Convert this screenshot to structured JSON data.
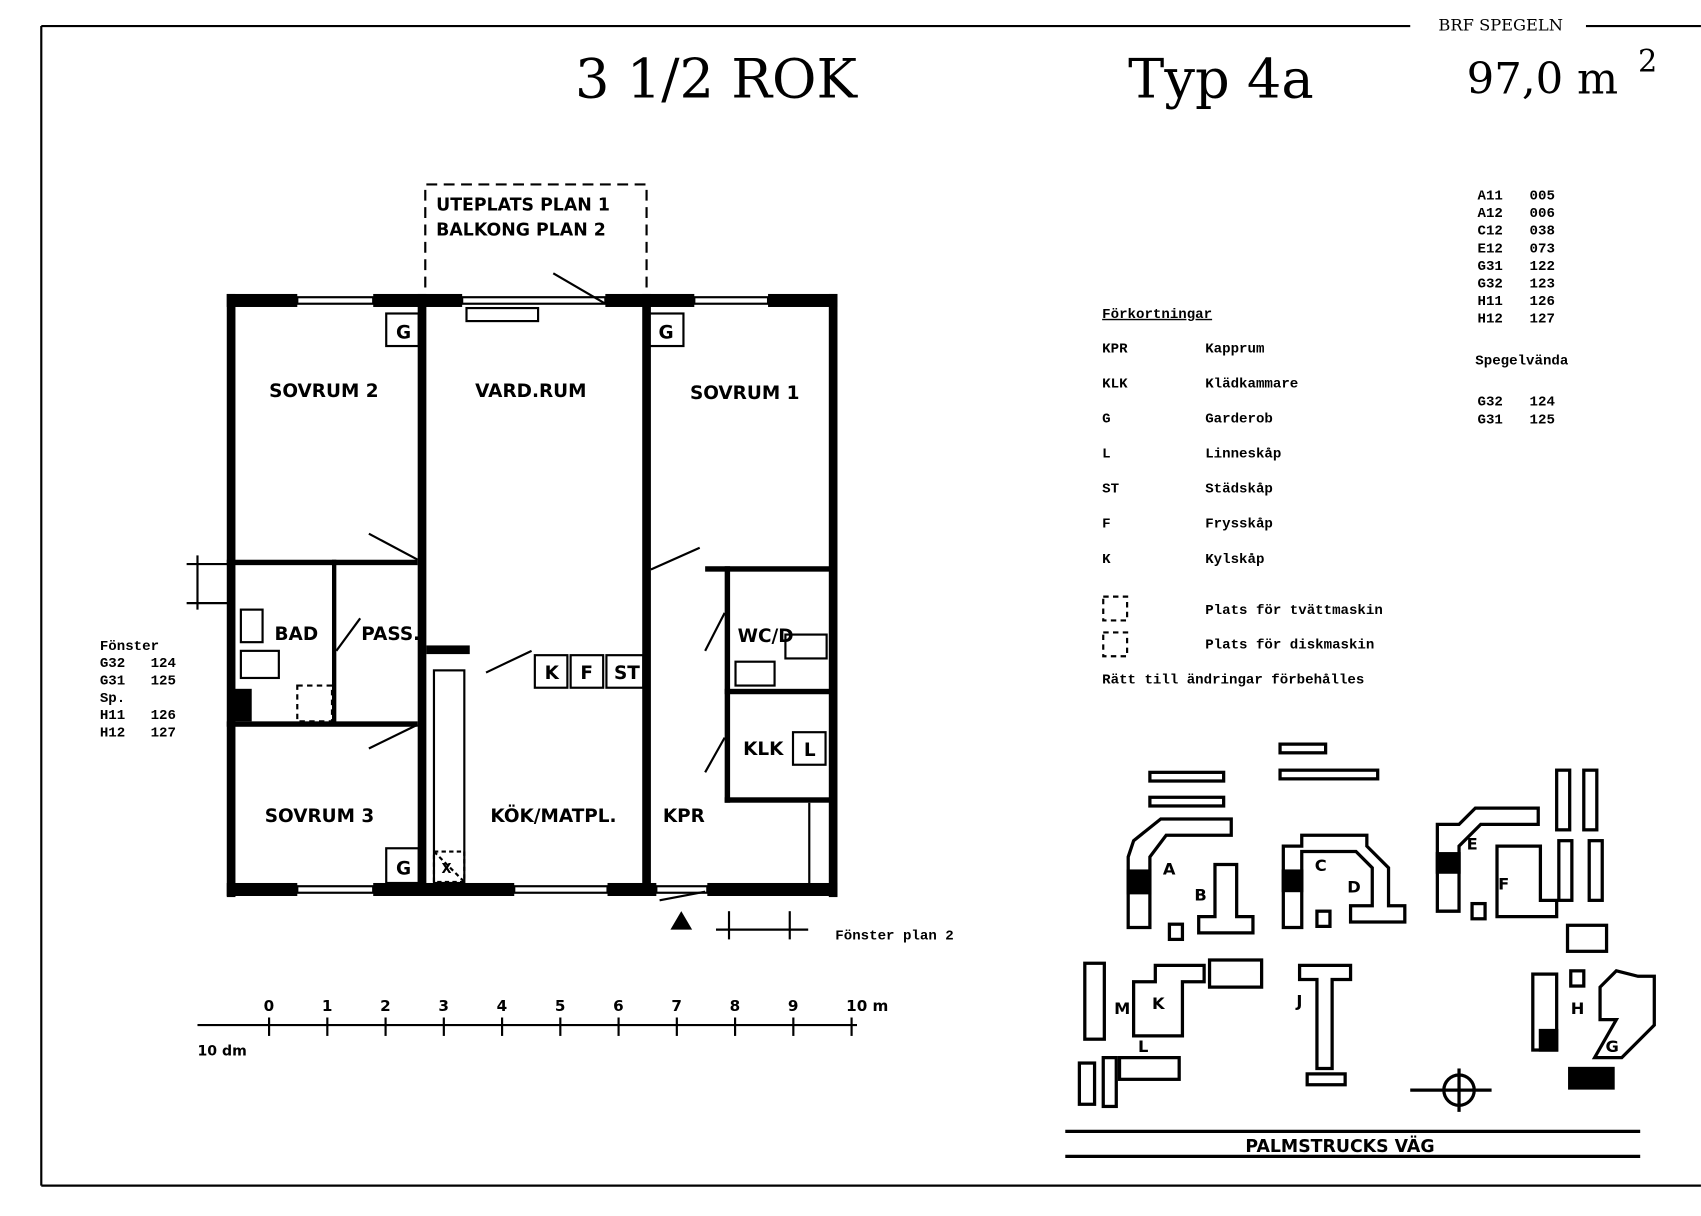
{
  "header": {
    "brand": "BRF SPEGELN",
    "apartment": "3 1/2 ROK",
    "type": "Typ 4a",
    "area": "97,0 m",
    "area_sup": "2"
  },
  "terrace_label": [
    "UTEPLATS PLAN 1",
    "BALKONG PLAN 2"
  ],
  "rooms": {
    "sovrum2": "SOVRUM 2",
    "vardrum": "VARD.RUM",
    "sovrum1": "SOVRUM 1",
    "bad": "BAD",
    "pass": "PASS.",
    "wc": "WC/D",
    "klk": "KLK",
    "l": "L",
    "sovrum3": "SOVRUM 3",
    "kok": "KÖK/MATPL.",
    "kpr": "KPR",
    "g": "G",
    "k": "K",
    "f": "F",
    "st": "ST",
    "x": "X"
  },
  "windows_left": [
    "Fönster",
    "G32   124",
    "G31   125",
    "Sp.",
    "H11   126",
    "H12   127"
  ],
  "window_plan2": "Fönster plan 2",
  "scale": {
    "ticks": [
      "0",
      "1",
      "2",
      "3",
      "4",
      "5",
      "6",
      "7",
      "8",
      "9",
      "10 m"
    ],
    "sub_label": "10 dm"
  },
  "legend": {
    "title": "Förkortningar",
    "items": [
      {
        "abbr": "KPR",
        "text": "Kapprum"
      },
      {
        "abbr": "KLK",
        "text": "Klädkammare"
      },
      {
        "abbr": "G",
        "text": "Garderob"
      },
      {
        "abbr": "L",
        "text": "Linneskåp"
      },
      {
        "abbr": "ST",
        "text": "Städskåp"
      },
      {
        "abbr": "F",
        "text": "Frysskåp"
      },
      {
        "abbr": "K",
        "text": "Kylskåp"
      }
    ],
    "washer": "Plats för tvättmaskin",
    "dishwasher": "Plats för diskmaskin",
    "note": "Rätt till ändringar förbehålles"
  },
  "codes": [
    [
      "A11",
      "005"
    ],
    [
      "A12",
      "006"
    ],
    [
      "C12",
      "038"
    ],
    [
      "E12",
      "073"
    ],
    [
      "G31",
      "122"
    ],
    [
      "G32",
      "123"
    ],
    [
      "H11",
      "126"
    ],
    [
      "H12",
      "127"
    ]
  ],
  "mirrored": {
    "title": "Spegelvända",
    "codes": [
      [
        "G32",
        "124"
      ],
      [
        "G31",
        "125"
      ]
    ]
  },
  "site": {
    "labels": [
      "A",
      "B",
      "C",
      "D",
      "E",
      "F",
      "M",
      "K",
      "L",
      "J",
      "H",
      "G"
    ],
    "street": "PALMSTRUCKS VÄG"
  }
}
